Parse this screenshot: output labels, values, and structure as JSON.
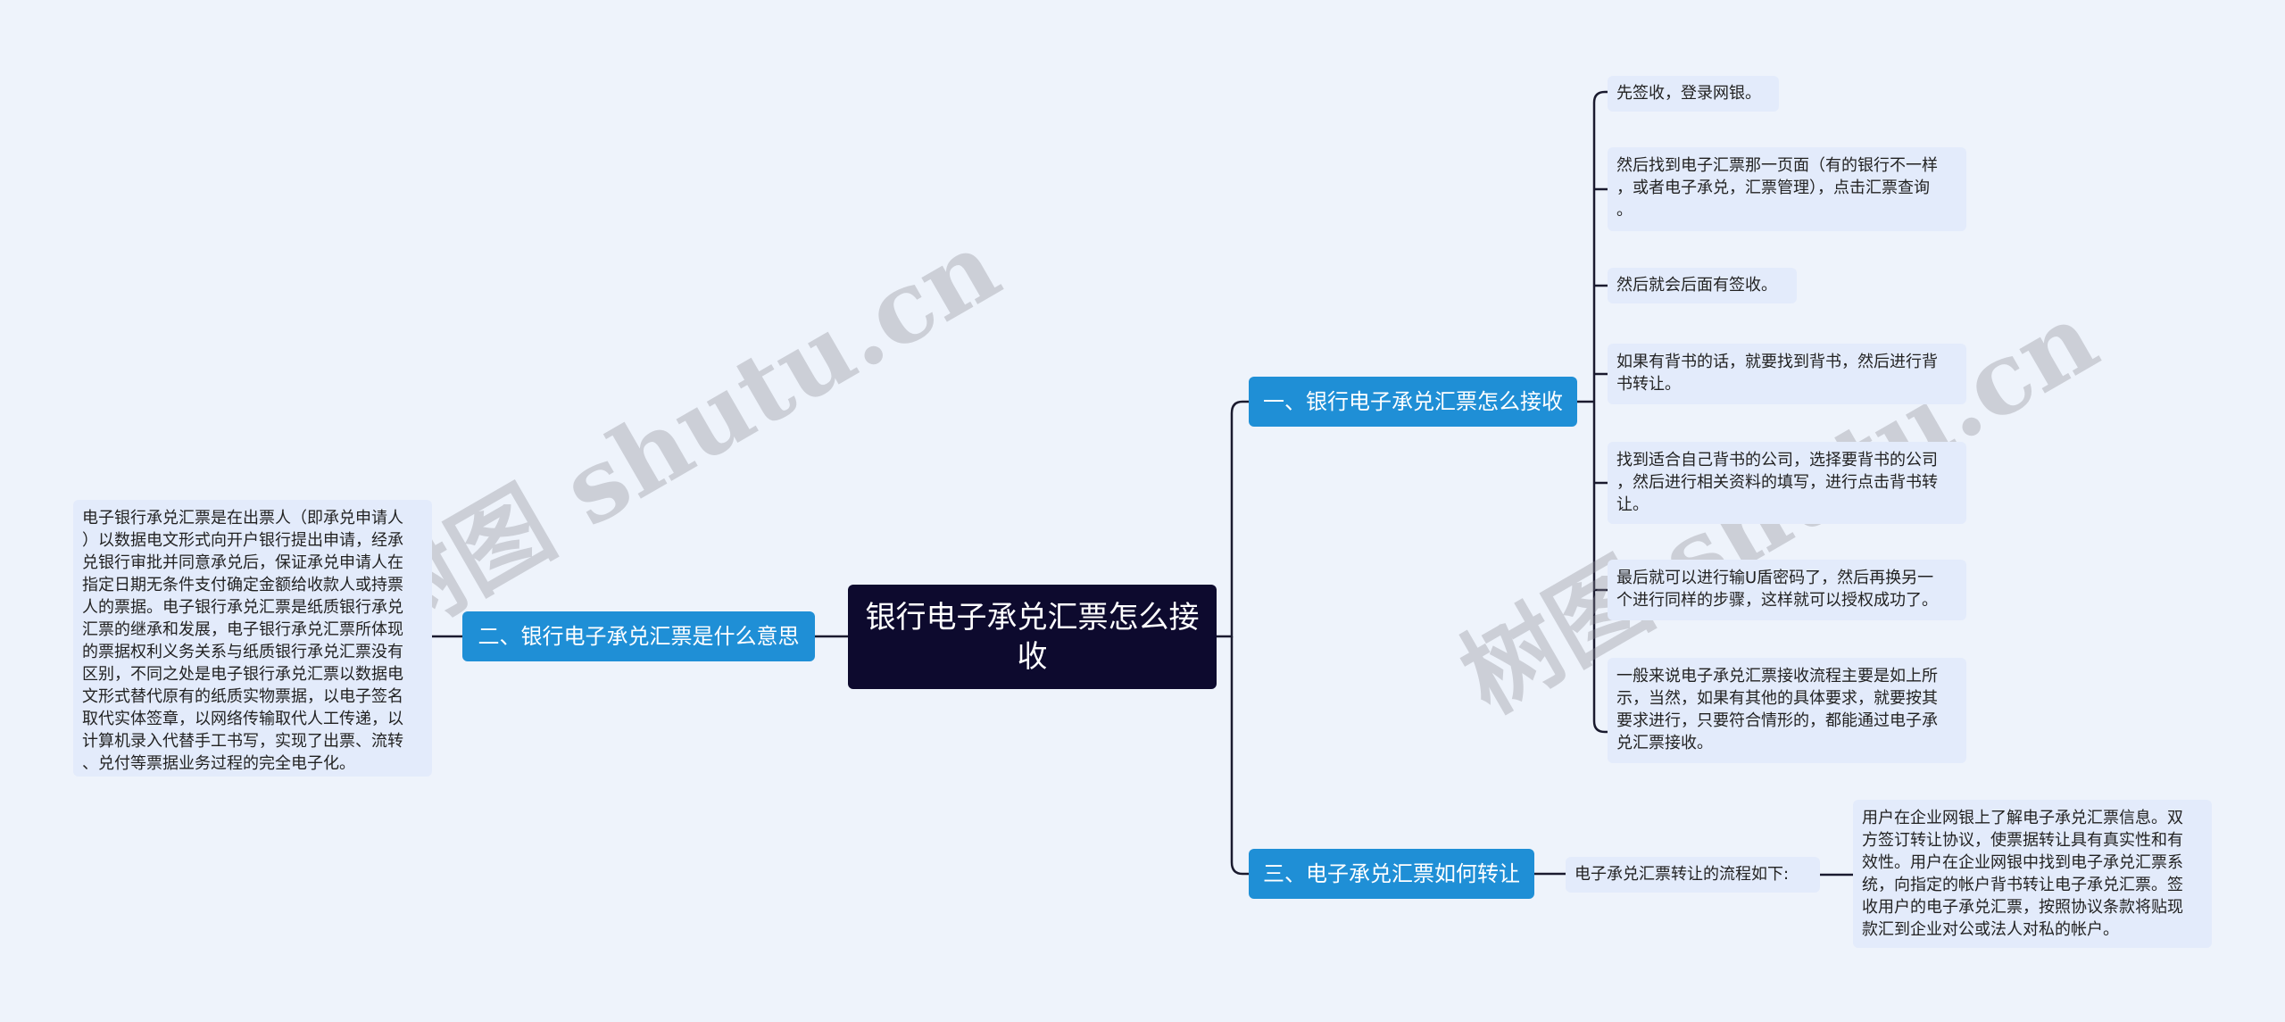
{
  "root": {
    "label": "银行电子承兑汇票怎么接收"
  },
  "branches": [
    {
      "label": "一、银行电子承兑汇票怎么接收",
      "children": [
        "先签收，登录网银。",
        "然后找到电子汇票那一页面（有的银行不一样\n，或者电子承兑，汇票管理），点击汇票查询\n。",
        "然后就会后面有签收。",
        "如果有背书的话，就要找到背书，然后进行背\n书转让。",
        "找到适合自己背书的公司，选择要背书的公司\n，然后进行相关资料的填写，进行点击背书转\n让。",
        "最后就可以进行输U盾密码了，然后再换另一\n个进行同样的步骤，这样就可以授权成功了。",
        "一般来说电子承兑汇票接收流程主要是如上所\n示，当然，如果有其他的具体要求，就要按其\n要求进行，只要符合情形的，都能通过电子承\n兑汇票接收。"
      ]
    },
    {
      "label": "二、银行电子承兑汇票是什么意思",
      "children": [
        "电子银行承兑汇票是在出票人（即承兑申请人\n）以数据电文形式向开户银行提出申请，经承\n兑银行审批并同意承兑后，保证承兑申请人在\n指定日期无条件支付确定金额给收款人或持票\n人的票据。电子银行承兑汇票是纸质银行承兑\n汇票的继承和发展，电子银行承兑汇票所体现\n的票据权利义务关系与纸质银行承兑汇票没有\n区别，不同之处是电子银行承兑汇票以数据电\n文形式替代原有的纸质实物票据，以电子签名\n取代实体签章，以网络传输取代人工传递，以\n计算机录入代替手工书写，实现了出票、流转\n、兑付等票据业务过程的完全电子化。"
      ]
    },
    {
      "label": "三、电子承兑汇票如何转让",
      "children": [
        "电子承兑汇票转让的流程如下:"
      ],
      "grandchild": "用户在企业网银上了解电子承兑汇票信息。双\n方签订转让协议，使票据转让具有真实性和有\n效性。用户在企业网银中找到电子承兑汇票系\n统，向指定的帐户背书转让电子承兑汇票。签\n收用户的电子承兑汇票，按照协议条款将贴现\n款汇到企业对公或法人对私的帐户。"
    }
  ],
  "watermarks": [
    "树图 shutu.cn",
    "树图 shutu.cn"
  ],
  "colors": {
    "root": "#0d0a2e",
    "branch": "#1f8fd6",
    "leaf": "#e3ebfb",
    "line": "#1a1a2e",
    "background": "#eef3fb"
  }
}
